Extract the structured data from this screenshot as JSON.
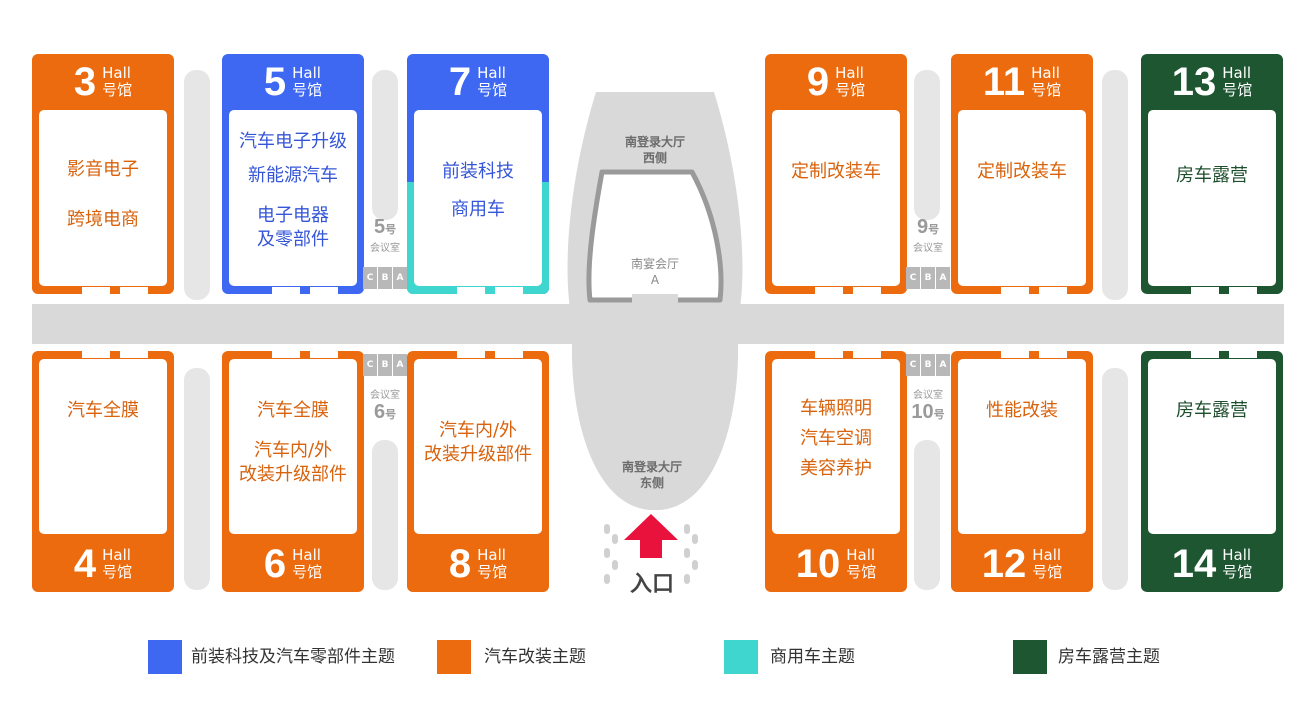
{
  "halls": {
    "h3": {
      "num": "3",
      "hall_en": "Hall",
      "hall_cn": "号馆",
      "items": [
        "影音电子",
        "跨境电商"
      ]
    },
    "h5": {
      "num": "5",
      "hall_en": "Hall",
      "hall_cn": "号馆",
      "items": [
        "汽车电子升级",
        "新能源汽车",
        "电子电器",
        "及零部件"
      ]
    },
    "h7": {
      "num": "7",
      "hall_en": "Hall",
      "hall_cn": "号馆",
      "items": [
        "前装科技",
        "商用车"
      ]
    },
    "h9": {
      "num": "9",
      "hall_en": "Hall",
      "hall_cn": "号馆",
      "items": [
        "定制改装车"
      ]
    },
    "h11": {
      "num": "11",
      "hall_en": "Hall",
      "hall_cn": "号馆",
      "items": [
        "定制改装车"
      ]
    },
    "h13": {
      "num": "13",
      "hall_en": "Hall",
      "hall_cn": "号馆",
      "items": [
        "房车露营"
      ]
    },
    "h4": {
      "num": "4",
      "hall_en": "Hall",
      "hall_cn": "号馆",
      "items": [
        "汽车全膜"
      ]
    },
    "h6": {
      "num": "6",
      "hall_en": "Hall",
      "hall_cn": "号馆",
      "items": [
        "汽车全膜",
        "汽车内/外",
        "改装升级部件"
      ]
    },
    "h8": {
      "num": "8",
      "hall_en": "Hall",
      "hall_cn": "号馆",
      "items": [
        "汽车内/外",
        "改装升级部件"
      ]
    },
    "h10": {
      "num": "10",
      "hall_en": "Hall",
      "hall_cn": "号馆",
      "items": [
        "车辆照明",
        "汽车空调",
        "美容养护"
      ]
    },
    "h12": {
      "num": "12",
      "hall_en": "Hall",
      "hall_cn": "号馆",
      "items": [
        "性能改装"
      ]
    },
    "h14": {
      "num": "14",
      "hall_en": "Hall",
      "hall_cn": "号馆",
      "items": [
        "房车露营"
      ]
    }
  },
  "meeting_rooms": {
    "m5": {
      "num": "5",
      "hao": "号",
      "type": "会议室",
      "rooms": [
        "C",
        "B",
        "A"
      ]
    },
    "m6": {
      "num": "6",
      "hao": "号",
      "type": "会议室",
      "rooms": [
        "C",
        "B",
        "A"
      ]
    },
    "m9": {
      "num": "9",
      "hao": "号",
      "type": "会议室",
      "rooms": [
        "C",
        "B",
        "A"
      ]
    },
    "m10": {
      "num": "10",
      "hao": "号",
      "type": "会议室",
      "rooms": [
        "C",
        "B",
        "A"
      ]
    }
  },
  "lobby": {
    "west_line1": "南登录大厅",
    "west_line2": "西侧",
    "banquet_line1": "南宴会厅",
    "banquet_line2": "A",
    "east_line1": "南登录大厅",
    "east_line2": "东侧",
    "entrance": "入口"
  },
  "legend": [
    {
      "label": "前装科技及汽车零部件主题",
      "color": "#3e67f2"
    },
    {
      "label": "汽车改装主题",
      "color": "#ec6b0e"
    },
    {
      "label": "商用车主题",
      "color": "#3fd6d0"
    },
    {
      "label": "房车露营主题",
      "color": "#1e5631"
    }
  ],
  "colors": {
    "orange": "#ec6b0e",
    "blue": "#3e67f2",
    "teal": "#3fd6d0",
    "dark_green": "#1e5631",
    "corridor": "#d9d9d9",
    "entrance_arrow": "#e8123c"
  }
}
